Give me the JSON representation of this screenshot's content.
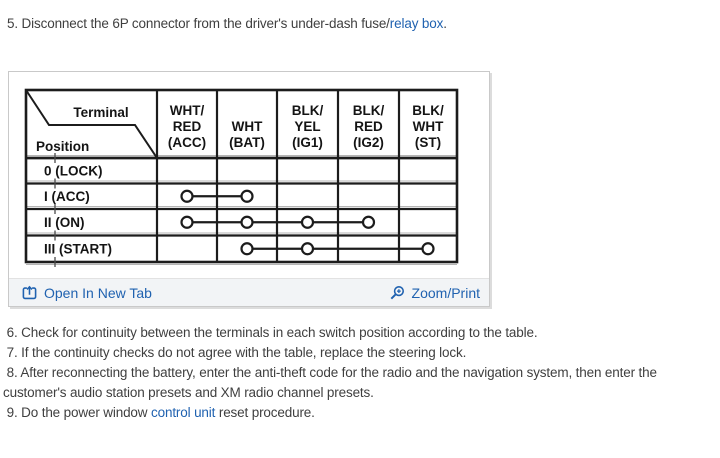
{
  "colors": {
    "link": "#2062b0",
    "body_text": "#3f3f3f",
    "table_ink": "#1c1c1c",
    "card_border": "#c9c9c9",
    "footer_bg": "#f2f4f6"
  },
  "step5": {
    "pre": "5. Disconnect the 6P connector from the driver's under-dash fuse/",
    "link_text": "relay box",
    "post": "."
  },
  "image_card": {
    "open_in_new_tab_label": "Open In New Tab",
    "zoom_print_label": "Zoom/Print",
    "table": {
      "corner_top": "Terminal",
      "corner_bottom": "Position",
      "column_headers": [
        [
          "WHT/",
          "RED",
          "(ACC)"
        ],
        [
          "WHT",
          "(BAT)"
        ],
        [
          "BLK/",
          "YEL",
          "(IG1)"
        ],
        [
          "BLK/",
          "RED",
          "(IG2)"
        ],
        [
          "BLK/",
          "WHT",
          "(ST)"
        ]
      ],
      "row_labels": [
        "0 (LOCK)",
        "I (ACC)",
        "II (ON)",
        "III (START)"
      ],
      "connections": [
        [],
        [
          0,
          1
        ],
        [
          0,
          1,
          2,
          3
        ],
        [
          1,
          2,
          4
        ]
      ]
    }
  },
  "steps": [
    " 6. Check for continuity between the terminals in each switch position according to the table.",
    " 7. If the continuity checks do not agree with the table, replace the steering lock.",
    " 8. After reconnecting the battery, enter the anti-theft code for the radio and the navigation system, then enter the customer's audio station presets and XM radio channel presets."
  ],
  "step9": {
    "pre": " 9. Do the power window ",
    "link_text": "control unit",
    "post": " reset procedure."
  }
}
